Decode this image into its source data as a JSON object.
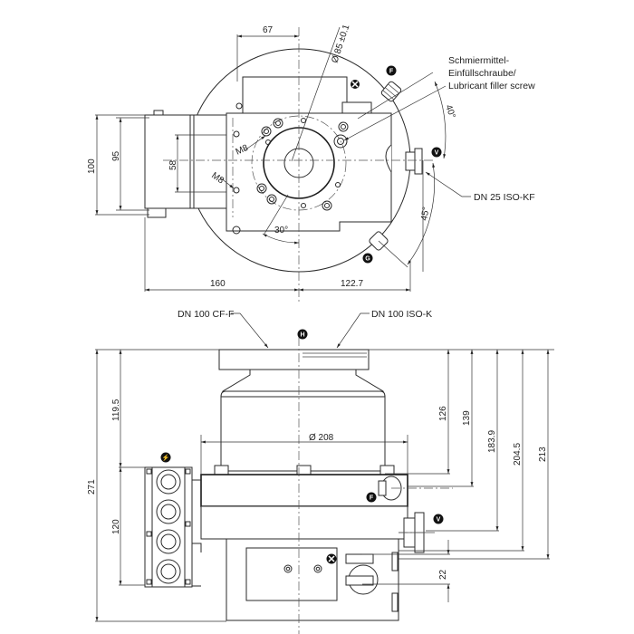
{
  "drawing": {
    "title": "Turbomolecular pump dimension drawing",
    "top_view": {
      "dimensions": {
        "d67": "67",
        "d85": "Ø 85 ±0.1",
        "d100": "100",
        "d95": "95",
        "d58": "58",
        "d160": "160",
        "d122_7": "122.7",
        "angle40": "40°",
        "angle45": "45°",
        "angle30": "30°",
        "m8_a": "M8",
        "m8_b": "M8"
      },
      "callouts": {
        "lubricant_line1": "Schmiermittel-",
        "lubricant_line2": "Einfüllschraube/",
        "lubricant_line3": "Lubricant filler screw",
        "dn25": "DN 25 ISO-KF"
      },
      "badges": {
        "F": "F",
        "V": "V",
        "G": "G"
      }
    },
    "side_view": {
      "callouts": {
        "dn100cf": "DN 100 CF-F",
        "dn100iso": "DN 100 ISO-K"
      },
      "dimensions": {
        "d271": "271",
        "d119_5": "119.5",
        "d120": "120",
        "d208": "Ø 208",
        "d126": "126",
        "d139": "139",
        "d183_9": "183.9",
        "d204_5": "204.5",
        "d213": "213",
        "d22": "22"
      },
      "badges": {
        "H": "H",
        "power": "⚡",
        "F": "F",
        "V": "V",
        "cooling": "✕"
      }
    }
  }
}
